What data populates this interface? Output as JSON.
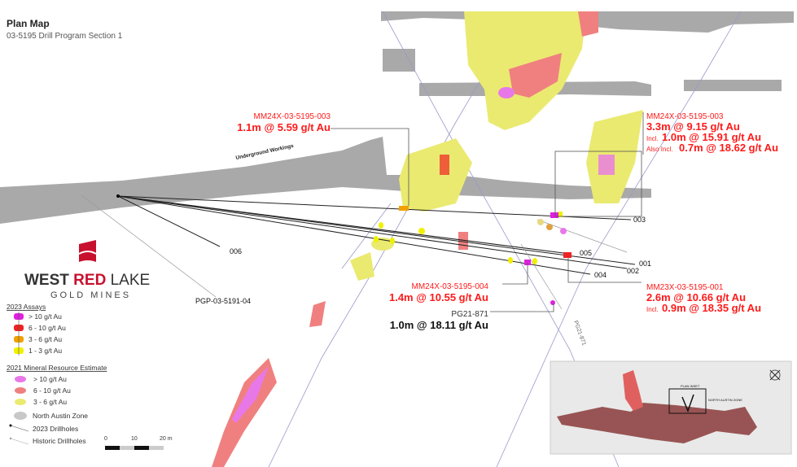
{
  "title": "Plan Map",
  "subtitle": "03-5195 Drill Program Section 1",
  "underground_label": "Underground Workings",
  "logo": {
    "line1a": "WEST ",
    "line1b": "RED",
    "line1c": " LAKE",
    "line2": "GOLD MINES"
  },
  "callouts": [
    {
      "hole": "MM24X-03-5195-003",
      "lines": [
        {
          "prefix": "",
          "text": "1.1m @ 5.59 g/t Au"
        }
      ]
    },
    {
      "hole": "MM24X-03-5195-003",
      "lines": [
        {
          "prefix": "",
          "text": "3.3m @ 9.15 g/t Au"
        },
        {
          "prefix": "Incl.",
          "text": "1.0m @ 15.91 g/t Au"
        },
        {
          "prefix": "Also Incl.",
          "text": "0.7m @ 18.62 g/t Au"
        }
      ]
    },
    {
      "hole": "MM24X-03-5195-004",
      "lines": [
        {
          "prefix": "",
          "text": "1.4m @ 10.55 g/t Au"
        }
      ]
    },
    {
      "hole": "MM23X-03-5195-001",
      "lines": [
        {
          "prefix": "",
          "text": "2.6m @ 10.66 g/t Au"
        },
        {
          "prefix": "Incl.",
          "text": "0.9m @ 18.35 g/t Au"
        }
      ]
    },
    {
      "hole": "PG21-871",
      "lines": [
        {
          "prefix": "",
          "text": "1.0m @ 18.11 g/t Au"
        }
      ]
    }
  ],
  "hole_labels": [
    "003",
    "006",
    "005",
    "001",
    "002",
    "004",
    "PGP-03-5191-04",
    "PG21-871"
  ],
  "legend": {
    "assays_title": "2023 Assays",
    "assays": [
      {
        "label": "> 10 g/t Au",
        "color": "#e020e0"
      },
      {
        "label": "6 - 10 g/t Au",
        "color": "#ee2222"
      },
      {
        "label": "3 - 6 g/t Au",
        "color": "#f0a000"
      },
      {
        "label": "1 - 3 g/t Au",
        "color": "#f0f000"
      }
    ],
    "mre_title": "2021 Mineral Resource Estimate",
    "mre": [
      {
        "label": "> 10 g/t Au",
        "color": "#e878e8"
      },
      {
        "label": "6 - 10 g/t Au",
        "color": "#f08080"
      },
      {
        "label": "3 - 6 g/t Au",
        "color": "#eaea70"
      }
    ],
    "zone": {
      "label": "North Austin Zone",
      "color": "#c8c8c8"
    },
    "drill2023": "2023 Drillholes",
    "historic": "Historic Drillholes"
  },
  "scale": {
    "ticks": [
      "0",
      "10",
      "20 m"
    ]
  },
  "inset": {
    "plan_inset": "PLAN INSET",
    "zone_label": "NORTH AUSTIN ZONE"
  }
}
